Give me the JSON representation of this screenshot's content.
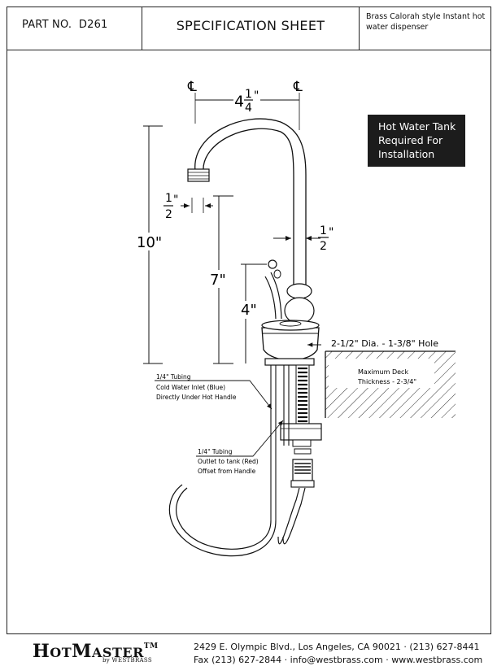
{
  "header": {
    "part_no_label": "PART NO.",
    "part_no": "D261",
    "title": "SPECIFICATION SHEET",
    "description": "Brass Calorah style Instant hot water dispenser"
  },
  "note": {
    "lines": [
      "Hot Water Tank",
      "Required For",
      "Installation"
    ]
  },
  "dimensions": {
    "centerline_symbol": "℄",
    "spread_whole": "4",
    "spread_frac_num": "1",
    "spread_frac_den": "4",
    "spread_unit": "\"",
    "height_total": "10\"",
    "height_spout": "7\"",
    "height_handle": "4\"",
    "half_num": "1",
    "half_den": "2",
    "half_unit": "\""
  },
  "callouts": {
    "hole": "2-1/2\" Dia. - 1-3/8\" Hole",
    "deck_line1": "Maximum Deck",
    "deck_line2": "Thickness - 2-3/4\"",
    "inlet_line1": "1/4\" Tubing",
    "inlet_line2": "Cold Water Inlet (Blue)",
    "inlet_line3": "Directly Under Hot Handle",
    "outlet_line1": "1/4\" Tubing",
    "outlet_line2": "Outlet to tank (Red)",
    "outlet_line3": "Offset from Handle"
  },
  "footer": {
    "brand_h": "H",
    "brand_ot": "OT",
    "brand_m": "M",
    "brand_aster": "ASTER",
    "brand_tm": "TM",
    "byline": "by WESTBRASS",
    "address": "2429 E. Olympic Blvd., Los Angeles, CA  90021 · (213) 627-8441",
    "contact": "Fax (213) 627-2844 · info@westbrass.com · www.westbrass.com"
  }
}
